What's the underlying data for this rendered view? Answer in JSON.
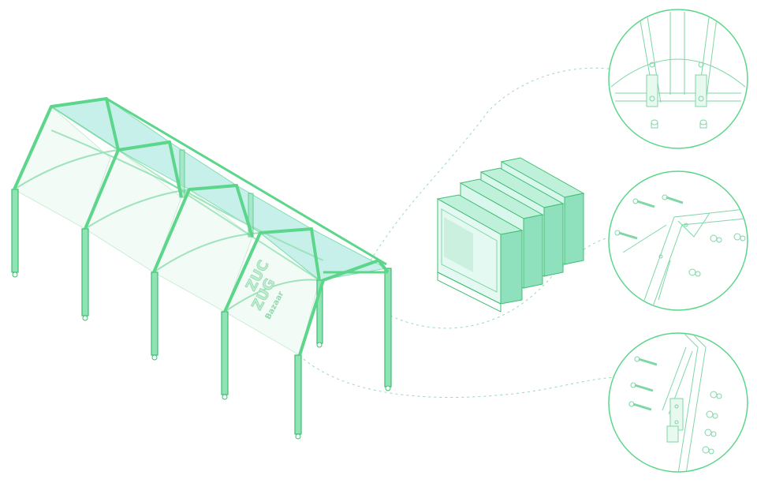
{
  "sign": {
    "line1": "ZUC",
    "line2": "ZUG",
    "line3": "Bazaar"
  },
  "colors": {
    "frame": "#5cd68a",
    "frame_dark": "#3fbf72",
    "glass": "#bfeee8",
    "glass_stroke": "#6fd9a8",
    "box_front": "#d9f7ec",
    "box_side": "#8fe0bd",
    "box_top": "#bff0da",
    "leader": "#9ad9b6",
    "detail_stroke": "#7fd6a6"
  },
  "icons": {
    "structure": "canopy-structure-icon",
    "box": "modular-box-icon",
    "detail_top": "ridge-joint-detail-icon",
    "detail_mid": "eave-joint-detail-icon",
    "detail_bottom": "column-joint-detail-icon"
  }
}
